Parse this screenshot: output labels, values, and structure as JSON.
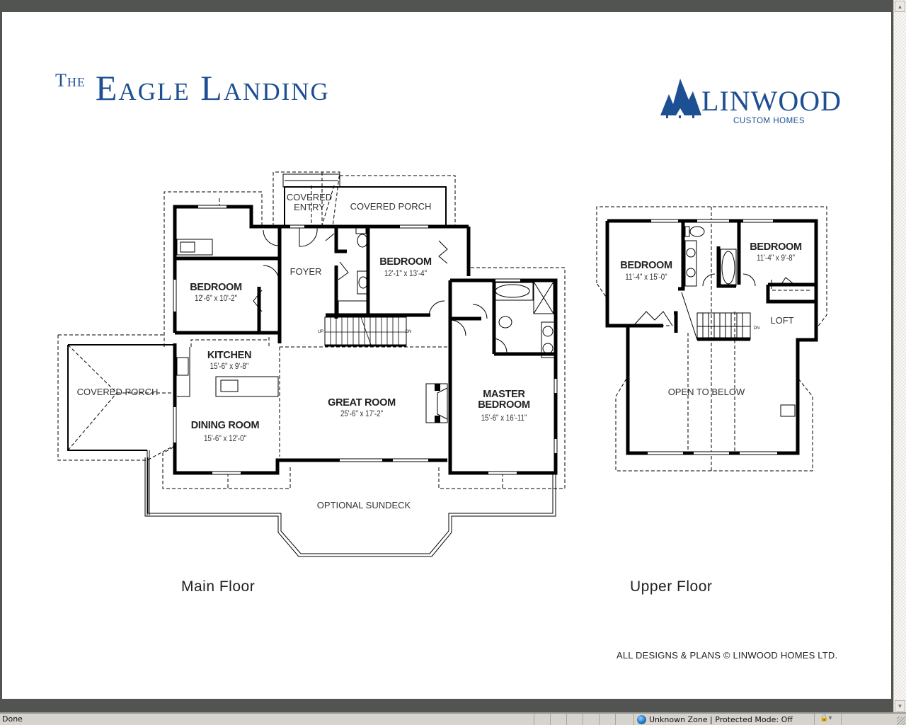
{
  "header": {
    "title_prefix": "The",
    "title": "Eagle Landing",
    "brand": {
      "name": "LINWOOD",
      "tagline": "CUSTOM HOMES",
      "color": "#1d4f93"
    }
  },
  "main_floor": {
    "caption": "Main Floor",
    "rooms": [
      {
        "name": "COVERED ENTRY",
        "line1": "COVERED",
        "line2": "ENTRY"
      },
      {
        "name": "COVERED PORCH (front)",
        "label": "COVERED PORCH"
      },
      {
        "name": "FOYER",
        "label": "FOYER"
      },
      {
        "name": "BEDROOM (front left)",
        "label": "BEDROOM",
        "size": "12'-6\" x 10'-2\""
      },
      {
        "name": "BEDROOM (front right)",
        "label": "BEDROOM",
        "size": "12'-1\" x 13'-4\""
      },
      {
        "name": "KITCHEN",
        "label": "KITCHEN",
        "size": "15'-6\" x 9'-8\""
      },
      {
        "name": "DINING ROOM",
        "label": "DINING ROOM",
        "size": "15'-6\" x 12'-0\""
      },
      {
        "name": "GREAT ROOM",
        "label": "GREAT ROOM",
        "size": "25'-6\" x 17'-2\""
      },
      {
        "name": "MASTER BEDROOM",
        "line1": "MASTER",
        "line2": "BEDROOM",
        "size": "15'-6\" x 16'-11\""
      },
      {
        "name": "COVERED PORCH (side)",
        "label": "COVERED PORCH"
      },
      {
        "name": "OPTIONAL SUNDECK",
        "label": "OPTIONAL SUNDECK"
      }
    ],
    "stair_labels": {
      "up": "UP",
      "down": "DN"
    }
  },
  "upper_floor": {
    "caption": "Upper Floor",
    "rooms": [
      {
        "name": "BEDROOM (left)",
        "label": "BEDROOM",
        "size": "11'-4\" x 15'-0\""
      },
      {
        "name": "BEDROOM (right)",
        "label": "BEDROOM",
        "size": "11'-4\" x 9'-8\""
      },
      {
        "name": "LOFT",
        "label": "LOFT"
      },
      {
        "name": "OPEN TO BELOW",
        "label": "OPEN TO BELOW"
      }
    ],
    "stair_labels": {
      "down": "DN"
    }
  },
  "footer": {
    "copyright": "ALL DESIGNS & PLANS © LINWOOD HOMES LTD."
  },
  "browser": {
    "status": "Done",
    "zone": "Unknown Zone | Protected Mode: Off",
    "colors": {
      "frame": "#525452",
      "statusbar": "#d7d4ce"
    }
  }
}
